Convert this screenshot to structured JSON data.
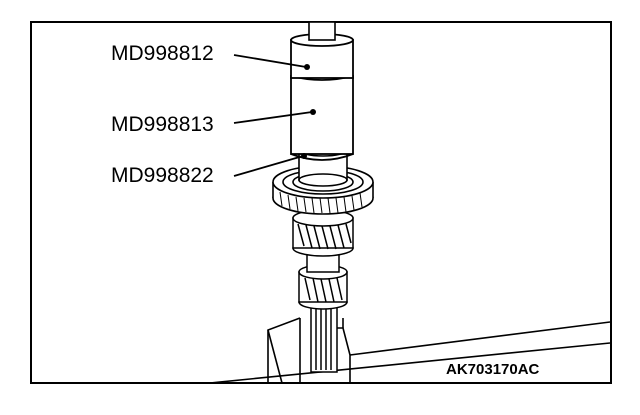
{
  "callouts": [
    {
      "part_number": "MD998812"
    },
    {
      "part_number": "MD998813"
    },
    {
      "part_number": "MD998822"
    }
  ],
  "figure_code": "AK703170AC",
  "colors": {
    "line": "#000000",
    "background": "#ffffff"
  }
}
